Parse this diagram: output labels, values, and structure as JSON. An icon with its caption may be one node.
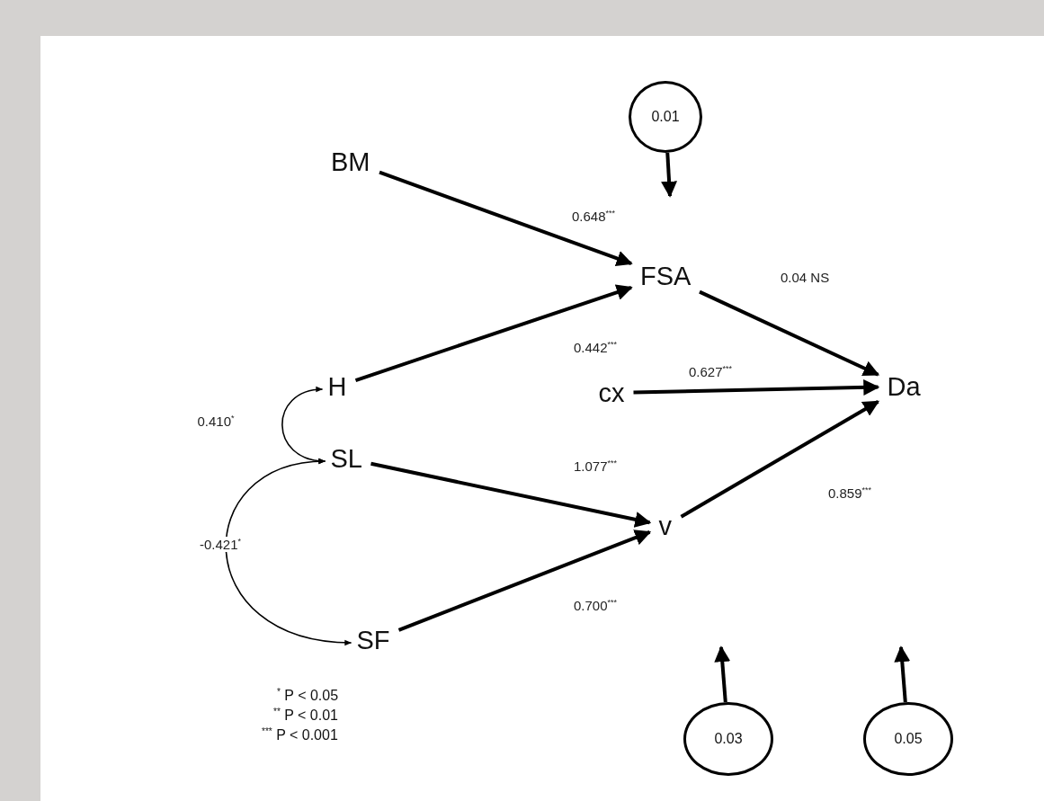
{
  "diagram": {
    "nodes": [
      {
        "text": [
          "0.01"
        ]
      },
      {
        "text": [
          "BM"
        ]
      },
      {
        "text": [
          "FSA"
        ]
      },
      {
        "text": [
          "H"
        ]
      },
      {
        "text": [
          "cx"
        ]
      },
      {
        "text": [
          "Da"
        ]
      },
      {
        "text": [
          "SL"
        ]
      },
      {
        "text": [
          "v"
        ]
      },
      {
        "text": [
          "SF"
        ]
      },
      {
        "text": [
          "0.03"
        ]
      },
      {
        "text": [
          "0.05"
        ]
      }
    ],
    "edges": [
      {
        "from": 0,
        "to": null,
        "arrow": "to"
      },
      {
        "from": 1,
        "to": 2,
        "arrow": "to",
        "label": "0.648$^{***}$"
      },
      {
        "from": 3,
        "to": 2,
        "arrow": "to",
        "label": "0.442$^{***}$"
      },
      {
        "from": 2,
        "to": 5,
        "arrow": "to",
        "label": "0.04 NS"
      },
      {
        "from": 4,
        "to": 5,
        "arrow": "to",
        "label": "0.627$^{***}$"
      },
      {
        "from": 6,
        "to": 7,
        "arrow": "to",
        "label": "1.077$^{***}$"
      },
      {
        "from": 8,
        "to": 7,
        "arrow": "to",
        "label": "0.700$^{***}$"
      },
      {
        "from": 7,
        "to": 5,
        "arrow": "to",
        "label": "0.859$^{***}$"
      },
      {
        "from": 9,
        "to": null,
        "arrow": "to"
      },
      {
        "from": 10,
        "to": null,
        "arrow": "to"
      },
      {
        "from": 3,
        "to": 6,
        "arrow": "both",
        "label": "0.410$^{*}$"
      },
      {
        "from": 6,
        "to": 8,
        "arrow": "both",
        "label": "-0.421$^{*}$"
      }
    ],
    "labels": [
      "$^{*}$ P < 0.05",
      "$^{**}$ P < 0.01",
      "$^{***}$ P < 0.001"
    ]
  }
}
